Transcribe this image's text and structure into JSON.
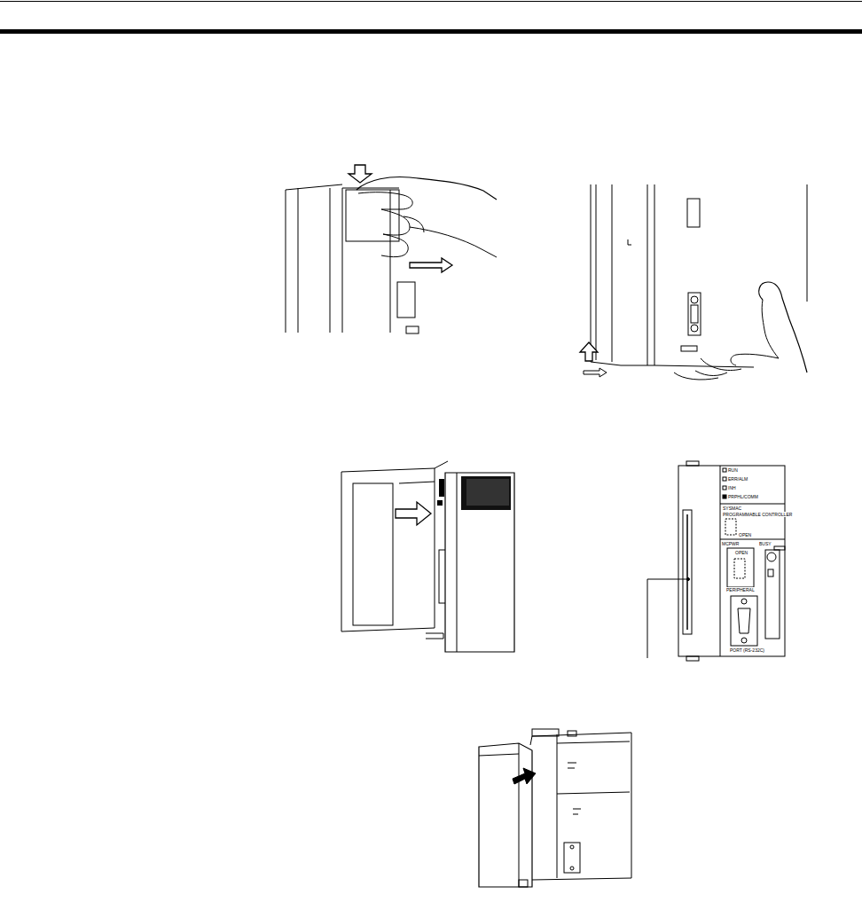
{
  "diagram": {
    "labels": [
      "RUN",
      "ERR/ALM",
      "INH",
      "PRPHL/COMM",
      "SYSMAC",
      "PROGRAMMABLE CONTROLLER",
      "OPEN",
      "MCPWR",
      "BUSY",
      "OPEN",
      "PERIPHERAL",
      "PORT (RS-232C)"
    ]
  }
}
